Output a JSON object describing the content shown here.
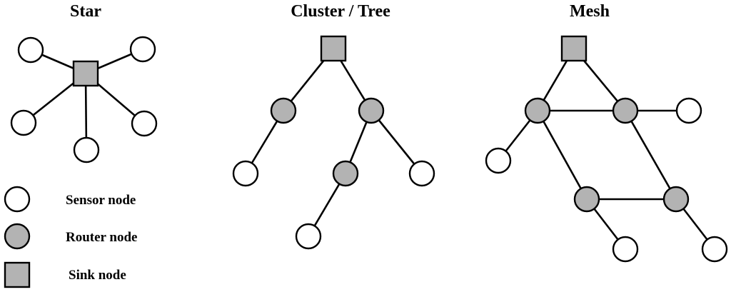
{
  "colors": {
    "router_fill": "#b3b3b3",
    "sink_fill": "#b3b3b3",
    "sensor_fill": "#ffffff",
    "stroke": "#000000"
  },
  "topologies": {
    "star": {
      "title": "Star"
    },
    "tree": {
      "title": "Cluster / Tree"
    },
    "mesh": {
      "title": "Mesh"
    }
  },
  "legend": {
    "sensor": "Sensor node",
    "router": "Router node",
    "sink": "Sink node"
  }
}
